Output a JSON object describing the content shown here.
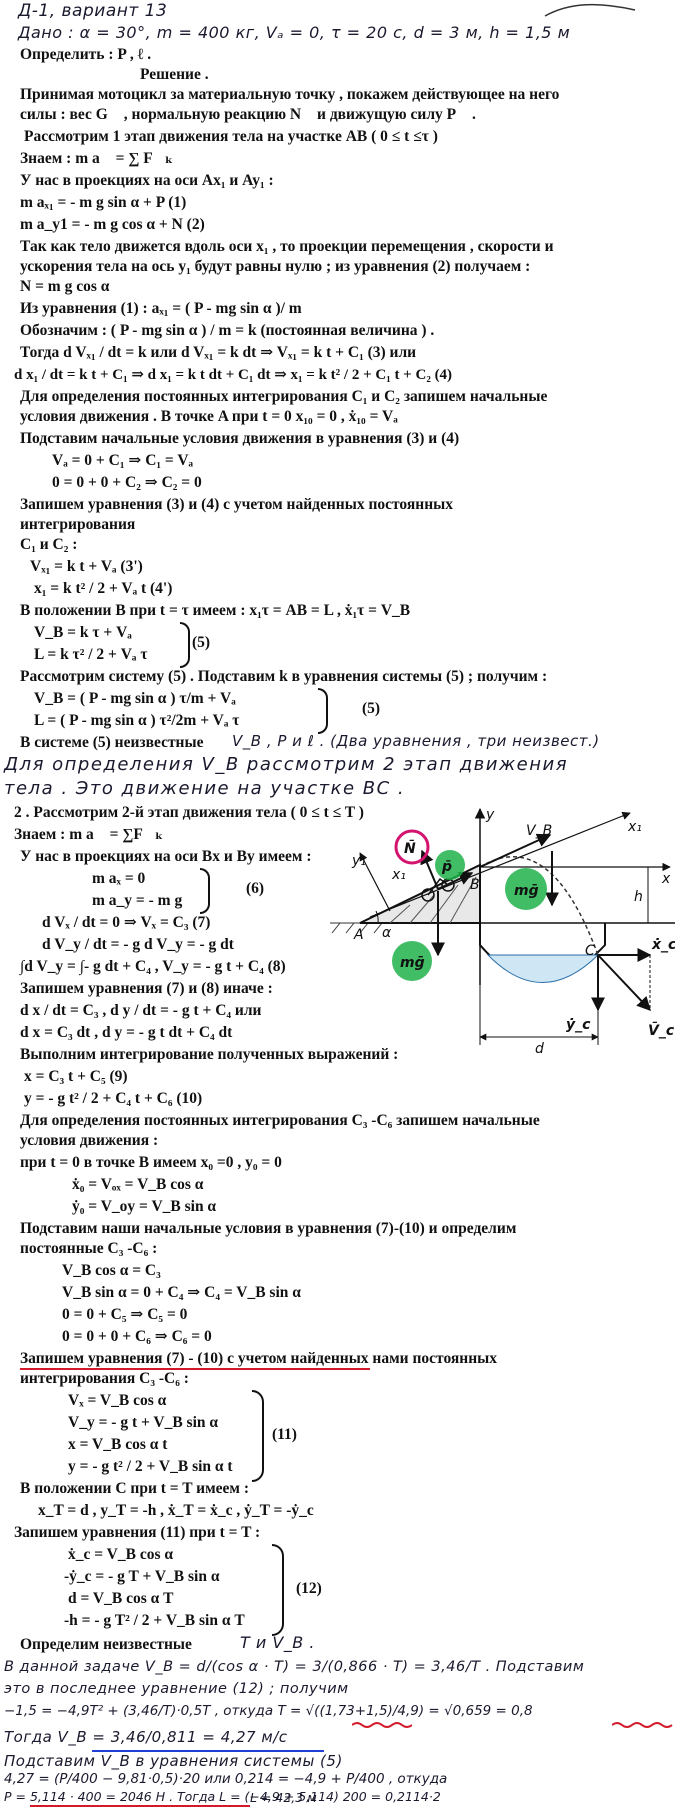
{
  "header": {
    "title": "Д-1, вариант 13",
    "given": "Дано : α = 30°, m = 400 кг, Vₐ = 0, τ = 20 с, d = 3 м, h = 1,5 м",
    "find": "Определить : P , ℓ .",
    "solution": "Решение ."
  },
  "lines": {
    "l1": "Принимая мотоцикл  за материальную точку , покажем действующее на него",
    "l2": "силы : вес G⃗ , нормальную реакцию N⃗ и движущую  силу  P⃗ .",
    "l3": "Рассмотрим 1 этап движения тела на участке AB ( 0 ≤ t ≤τ )",
    "l4": "Знаем : m a⃗ = ∑ F⃗ₖ",
    "l5": "У нас в проекциях на оси Ax₁ и Ay₁ :",
    "l6": "m aₓ₁ =  - m g sin α + P        (1)",
    "l7": "m a_y1 =  - m g cos α + N        (2)",
    "l8": "Так как тело движется вдоль оси x₁ , то проекции перемещения , скорости и",
    "l9": "ускорения тела на ось y₁ будут равны нулю ; из уравнения (2) получаем :",
    "l10": "N = m g cos α",
    "l11": "Из уравнения (1) : aₓ₁ = ( P - mg sin α )/ m",
    "l12": "Обозначим : ( P - mg sin α ) / m = k (постоянная величина ) .",
    "l13": "Тогда d Vₓ₁ / dt = k или d Vₓ₁ = k dt ⇒ Vₓ₁ = k t + C₁  (3)  или",
    "l14": "d x₁ / dt = k t + C₁ ⇒ d x₁ = k t dt + C₁ dt ⇒ x₁ = k t² / 2 + C₁ t + C₂  (4)",
    "l15": "Для определения постоянных интегрирования C₁  и  C₂ запишем начальные",
    "l16": "условия движения . В точке A при t = 0   x₁₀ = 0 , ẋ₁₀ = Vₐ",
    "l17": "Подставим начальные условия движения в уравнения  (3) и (4)",
    "l18": "Vₐ = 0 + C₁ ⇒ C₁ = Vₐ",
    "l19": "0 = 0 + 0 + C₂ ⇒ C₂ = 0",
    "l20": "Запишем уравнения (3)  и  (4)  с учетом найденных постоянных",
    "l21": "интегрирования",
    "l22": "C₁  и C₂ :",
    "l23": "Vₓ₁ = k t + Vₐ   (3')",
    "l24": "x₁ = k t² / 2 + Vₐ t     (4')",
    "l25": "В положении B при t = τ имеем : x₁τ = AB = L ,  ẋ₁τ = V_B",
    "l26": "V_B = k τ + Vₐ",
    "l27": "L = k τ² / 2 + Vₐ τ",
    "l27b": "(5)",
    "l28": "Рассмотрим систему (5) . Подставим k в уравнения системы (5) ; получим :",
    "l29": "V_B =  ( P -  mg sin α ) τ/m + Vₐ",
    "l29b": "(5)",
    "l30": "L =   ( P -  mg sin α ) τ²/2m + Vₐ τ",
    "l31": "В системе (5) неизвестные",
    "l31hw": "V_B , P и ℓ . (Два уравнения , три неизвест.)",
    "l32": "Для определения  V_B  рассмотрим  2 этап  движения",
    "l33": "тела .  Это движение  на  участке  BC .",
    "l34": "2 . Рассмотрим 2-й этап движения тела ( 0 ≤ t ≤ T )",
    "l35": "Знаем : m a⃗ = ∑F⃗ₖ",
    "l36": "У нас в проекциях на оси Bx и By имеем :",
    "l37": "m aₓ = 0",
    "l38": "m a_y = - m g",
    "l38b": "(6)",
    "l39": "d Vₓ / dt = 0 ⇒ Vₓ = C₃          (7)",
    "l40": "d V_y / dt = -  g          d V_y = - g dt",
    "l41": "∫d V_y = ∫- g dt + C₄ , V_y = - g t + C₄   (8)",
    "l42": "Запишем уравнения (7) и (8)  иначе :",
    "l43": "d x / dt = C₃ ,        d y / dt =  - g t + C₄      или",
    "l44": "d x = C₃ dt ,         d y = -  g t dt + C₄ dt",
    "l45": "Выполним интегрирование полученных  выражений :",
    "l46": "x = C₃ t + C₅         (9)",
    "l47": "y =  - g t² / 2 + C₄ t + C₆     (10)",
    "l48": "Для определения постоянных интегрирования C₃  -C₆  запишем начальные",
    "l49": "условия движения :",
    "l50": "при t = 0 в точке  B имеем x₀  =0 , y₀  = 0",
    "l51": "ẋ₀ = Vₒₓ = V_B cos α",
    "l52": "ẏ₀  = V_oy = V_B sin α",
    "l53": "Подставим наши начальные условия в уравнения (7)-(10) и определим",
    "l54": "постоянные  C₃  -C₆ :",
    "l55": "V_B cos α = C₃",
    "l56": "V_B sin α = 0 + C₄ ⇒ C₄ = V_B sin α",
    "l57": "0 = 0 + C₅ ⇒ C₅ = 0",
    "l58": "0 = 0 + 0 + C₆ ⇒ C₆ = 0",
    "l59": "Запишем уравнения (7) - (10) с учетом найденных нами постоянных",
    "l60": "интегрирования C₃  -C₆ :",
    "l61": "Vₓ = V_B cos α",
    "l62": "V_y = -  g t + V_B sin α",
    "l63": "x = V_B cos α t",
    "l64": "y = - g t² / 2 + V_B sin α t",
    "l64b": "(11)",
    "l65": "В положении C  при t = T имеем :",
    "l66": "x_T = d  ,     y_T = -h   ,     ẋ_T = ẋ_c     ,          ẏ_T = -ẏ_c",
    "l67": "Запишем уравнения (11) при t = T :",
    "l68": "ẋ_c = V_B cos α",
    "l69": "-ẏ_c = -  g T    + V_B sin α",
    "l70": "d = V_B cos α T",
    "l71": "-h = -  g T² / 2 + V_B sin α T",
    "l71b": "(12)",
    "l72": "Определим неизвестные",
    "l72hw": "T и V_B .",
    "l73": "В данной задаче  V_B = d/(cos α · T) = 3/(0,866 · T) = 3,46/T .  Подставим",
    "l74": "это  в последнее уравнение  (12) ;  получим",
    "l75": "−1,5 = −4,9T² + (3,46/T)·0,5T , откуда  T = √((1,73+1,5)/4,9) = √0,659 = 0,8",
    "l76": "Тогда   V_B = 3,46/0,811 = 4,27 м/с",
    "l77": "Подставим   V_B   в уравнения  системы  (5)",
    "l78": "4,27 = (P/400 − 9,81·0,5)·20  или  0,214 = −4,9 + P/400 , откуда",
    "l79": "P = 5,114 · 400 = 2046 H .  Тогда  L = (−4,9 + 5,114) 200 = 0,2114·2",
    "l80": "L = 42,3 м"
  },
  "figure": {
    "labels": {
      "N": "N̄",
      "P": "p̄",
      "G1": "mḡ",
      "G2": "mḡ",
      "y": "y",
      "y1": "y₁",
      "x1": "x₁",
      "x1b": "x₁",
      "x": "x",
      "A": "A",
      "B": "B",
      "C": "C",
      "alpha": "α",
      "VB": "V_B",
      "h": "h",
      "d": "d",
      "xc": "ẋ_c",
      "yc": "ẏ_c",
      "Vc": "V̄_c"
    },
    "colors": {
      "green": "#1fb24a",
      "magenta": "#d4136e",
      "water": "#cfe6f5"
    }
  }
}
